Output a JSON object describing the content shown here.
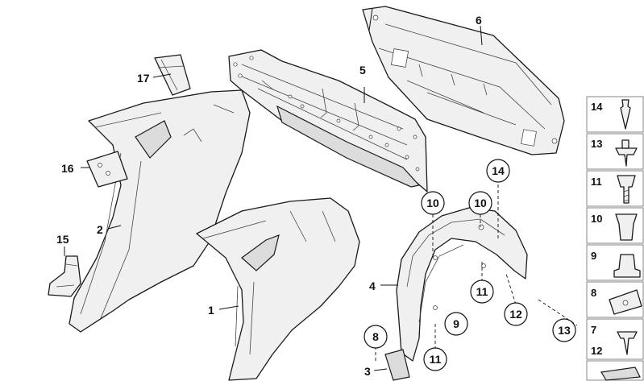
{
  "callouts": {
    "c1": "1",
    "c2": "2",
    "c3": "3",
    "c4": "4",
    "c5": "5",
    "c6": "6",
    "c8": "8",
    "c9": "9",
    "c10a": "10",
    "c10b": "10",
    "c11a": "11",
    "c11b": "11",
    "c12": "12",
    "c13": "13",
    "c14": "14",
    "c15": "15",
    "c16": "16",
    "c17": "17"
  },
  "side_panel": [
    {
      "label": "14"
    },
    {
      "label": "13"
    },
    {
      "label": "11"
    },
    {
      "label": "10"
    },
    {
      "label": "9"
    },
    {
      "label": "8"
    },
    {
      "label": "7"
    },
    {
      "label": "12"
    }
  ]
}
